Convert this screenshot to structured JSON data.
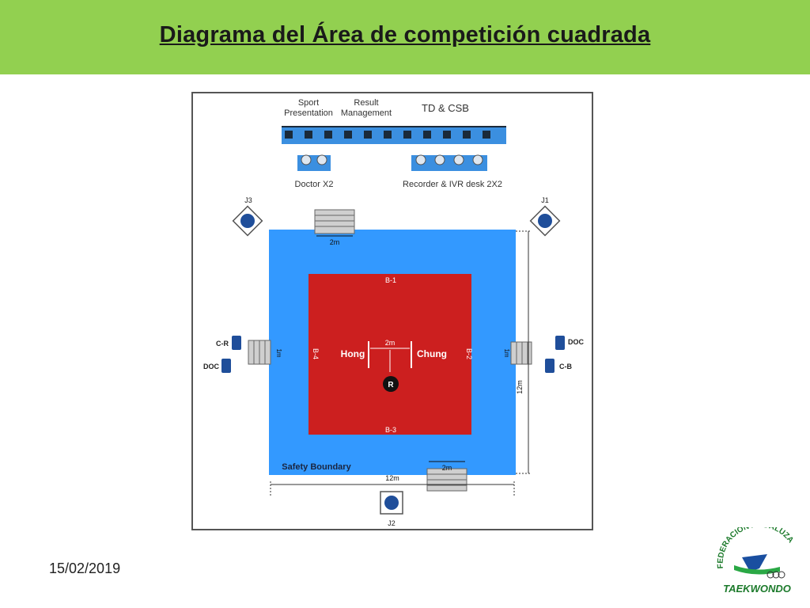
{
  "title": "Diagrama del Área de competición cuadrada",
  "date": "15/02/2019",
  "diagram": {
    "top_labels": {
      "sport": "Sport",
      "presentation": "Presentation",
      "result": "Result",
      "management": "Management",
      "tdcsb": "TD & CSB"
    },
    "doctor": "Doctor X2",
    "recorder": "Recorder & IVR desk 2X2",
    "judges": {
      "j1": "J1",
      "j2": "J2",
      "j3": "J3"
    },
    "side_labels": {
      "cr": "C-R",
      "doc_left": "DOC",
      "doc_right": "DOC",
      "cb": "C-B"
    },
    "boundaries": {
      "b1": "B-1",
      "b2": "B-2",
      "b3": "B-3",
      "b4": "B-4"
    },
    "players": {
      "hong": "Hong",
      "chung": "Chung"
    },
    "referee": "R",
    "dimensions": {
      "steps_top": "2m",
      "steps_bottom": "2m",
      "center": "2m",
      "side_left": "1m",
      "side_right": "1m",
      "width": "12m",
      "height": "12m"
    },
    "safety_boundary": "Safety Boundary"
  },
  "logo": {
    "arc_text": "FEDERACION ANDALUZA",
    "name": "TAEKWONDO"
  },
  "colors": {
    "header": "#92d050",
    "safety": "#3399ff",
    "competition": "#cc1f1f",
    "seat": "#1f4e9a"
  }
}
